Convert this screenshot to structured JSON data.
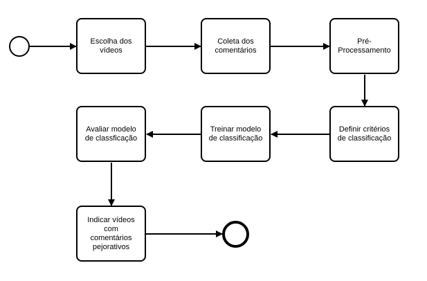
{
  "diagram": {
    "nodes": {
      "n1": "Escolha dos\nvídeos",
      "n2": "Coleta dos\ncomentários",
      "n3": "Pré-\nProcessamento",
      "n4": "Definir critérios\nde classificação",
      "n5": "Treinar modelo\nde classificação",
      "n6": "Avaliar modelo\nde classficação",
      "n7": "Indicar vídeos\ncom\ncomentários\npejorativos"
    }
  }
}
